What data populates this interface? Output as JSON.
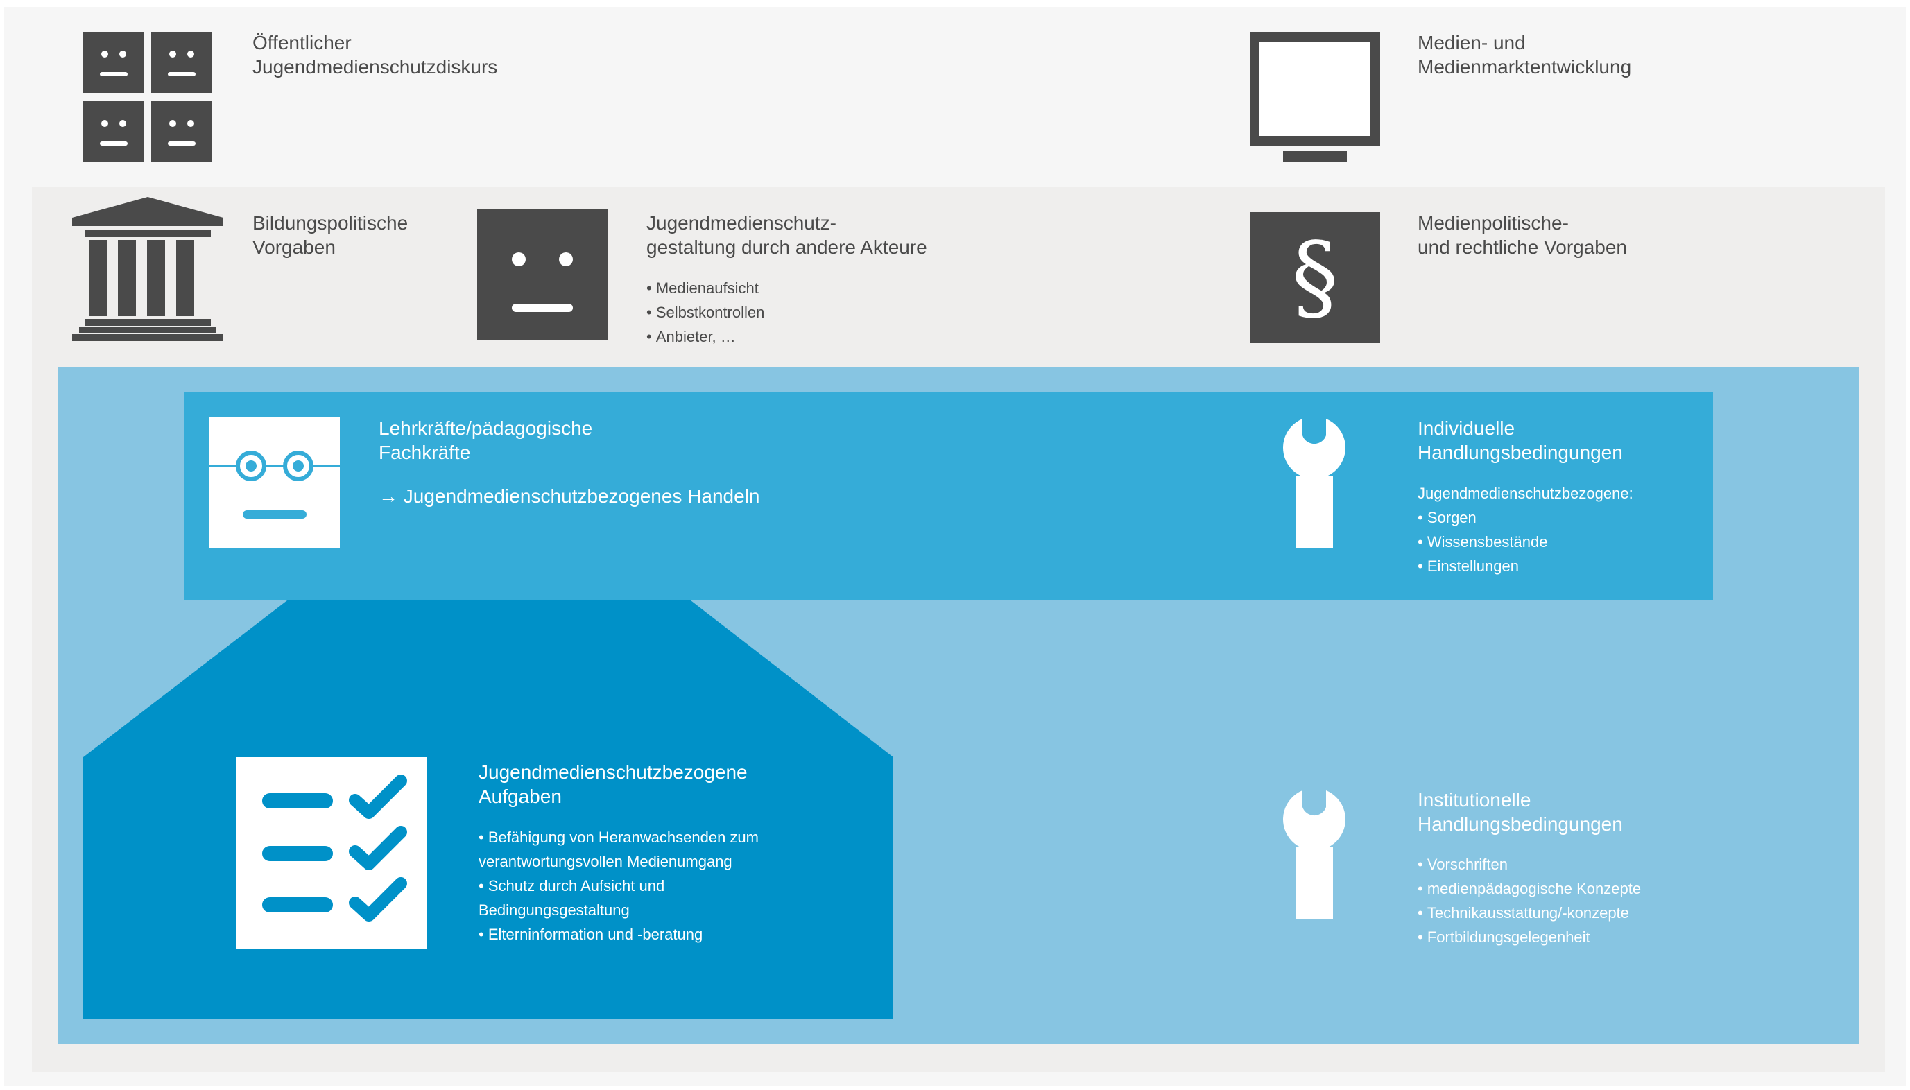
{
  "colors": {
    "icon_dark": "#4a4a4a",
    "blue_light": "#87c5e2",
    "blue_mid": "#35acd8",
    "blue_dark": "#0091c8",
    "text_dark": "#4a4a4a",
    "text_white": "#ffffff"
  },
  "top_row": {
    "discourse": {
      "icon": "four-faces-icon",
      "title": "Öffentlicher\nJugendmedienschutzdiskurs"
    },
    "media": {
      "icon": "monitor-icon",
      "title": "Medien- und\nMedienmarktentwicklung"
    }
  },
  "second_row": {
    "education": {
      "icon": "building-columns-icon",
      "title": "Bildungspolitische\nVorgaben"
    },
    "actors": {
      "icon": "face-icon",
      "title": "Jugendmedienschutz-\ngestaltung durch andere Akteure",
      "bullets": [
        "Medienaufsicht",
        "Selbstkontrollen",
        "Anbieter, …"
      ]
    },
    "legal": {
      "icon": "paragraph-icon",
      "symbol": "§",
      "title": "Medienpolitische-\nund rechtliche Vorgaben"
    }
  },
  "teachers": {
    "icon": "face-with-glasses-icon",
    "title": "Lehrkräfte/pädagogische\nFachkräfte",
    "action": "→ Jugendmedienschutzbezogenes Handeln"
  },
  "individual": {
    "icon": "wrench-icon",
    "title": "Individuelle\nHandlungsbedingungen",
    "subhead": "Jugendmedienschutzbezogene:",
    "bullets": [
      "Sorgen",
      "Wissensbestände",
      "Einstellungen"
    ]
  },
  "tasks": {
    "icon": "checklist-icon",
    "title": "Jugendmedienschutzbezogene\nAufgaben",
    "bullets": [
      "Befähigung von Heranwachsenden zum\nverantwortungsvollen Medienumgang",
      "Schutz durch Aufsicht und\nBedingungsgestaltung",
      "Elterninformation und -beratung"
    ]
  },
  "institutional": {
    "icon": "wrench-icon",
    "title": "Institutionelle\nHandlungsbedingungen",
    "bullets": [
      "Vorschriften",
      "medienpädagogische  Konzepte",
      "Technikausstattung/-konzepte",
      "Fortbildungsgelegenheit"
    ]
  }
}
